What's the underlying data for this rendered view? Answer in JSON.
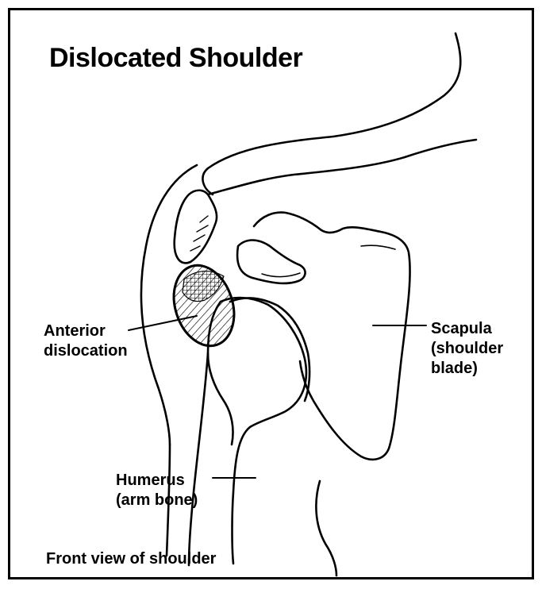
{
  "title": "Dislocated Shoulder",
  "labels": {
    "anterior": "Anterior\ndislocation",
    "scapula": "Scapula\n(shoulder\nblade)",
    "humerus": "Humerus\n(arm bone)",
    "caption": "Front view of shoulder"
  }
}
